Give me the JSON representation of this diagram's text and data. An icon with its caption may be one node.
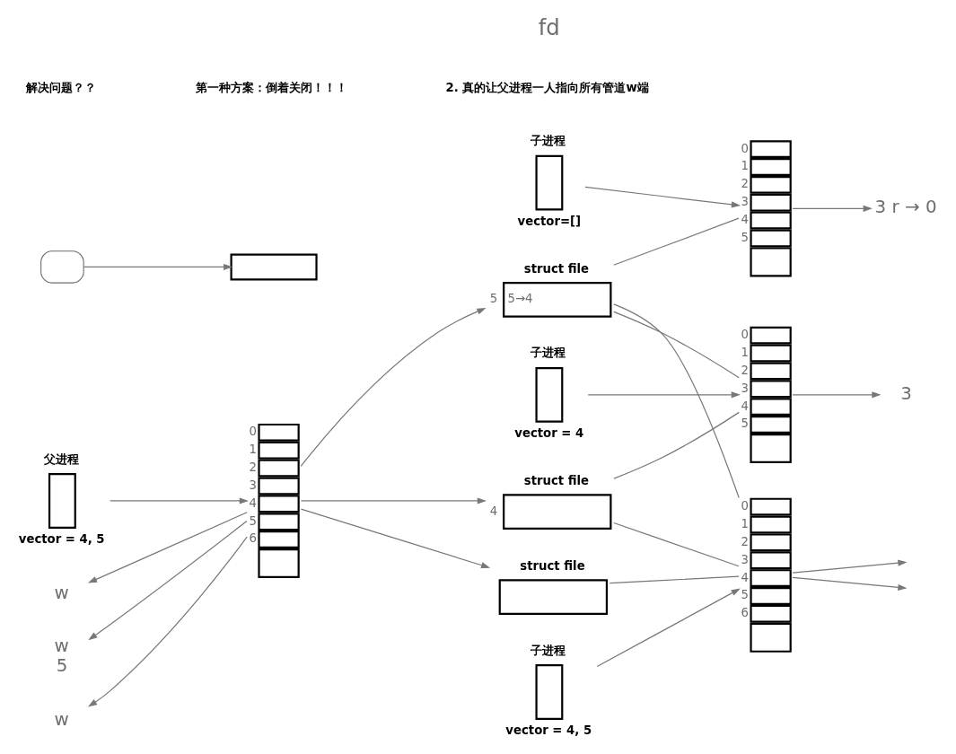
{
  "diagram": {
    "nodes": [
      {
        "text": [
          "父进程"
        ],
        "beside": [
          "vector = 4, 5"
        ]
      },
      {
        "text": [],
        "shape": "box",
        "beside": [
          "0",
          "1",
          "2",
          "3",
          "4",
          "5",
          "6"
        ]
      },
      {
        "text": [
          "struct file",
          "5→4"
        ],
        "beside": [
          "5"
        ]
      },
      {
        "text": [
          "子进程"
        ],
        "beside": [
          "vector=[]"
        ]
      },
      {
        "text": [],
        "shape": "box",
        "beside": [
          "0",
          "1",
          "2",
          "3",
          "4",
          "5"
        ]
      },
      {
        "text": [
          "struct file"
        ],
        "beside": [
          "4"
        ]
      },
      {
        "text": [
          "子进程"
        ],
        "beside": [
          "vector = 4"
        ]
      },
      {
        "text": [],
        "shape": "box",
        "beside": [
          "0",
          "1",
          "2",
          "3",
          "4",
          "5"
        ]
      },
      {
        "text": [
          "struct file"
        ]
      },
      {
        "text": [
          "子进程"
        ],
        "beside": [
          "vector = 4, 5"
        ]
      },
      {
        "text": [],
        "shape": "box",
        "beside": [
          "0",
          "1",
          "2",
          "3",
          "4",
          "5",
          "6"
        ]
      },
      {
        "text": [],
        "shape": "box"
      },
      {
        "text": [],
        "shape": "box"
      },
      {
        "text": [
          "w"
        ]
      },
      {
        "text": [
          "w",
          "5"
        ]
      },
      {
        "text": [
          "w"
        ]
      },
      {
        "text": [
          "3 r → 0"
        ]
      },
      {
        "text": [
          "3"
        ]
      }
    ],
    "edges": [
      {
        "from": 0,
        "to": 1,
        "arrow": "to"
      },
      {
        "from": 1,
        "to": 2,
        "arrow": "to"
      },
      {
        "from": 1,
        "to": 5,
        "arrow": "to"
      },
      {
        "from": 1,
        "to": 8,
        "arrow": "to"
      },
      {
        "from": 1,
        "to": 13,
        "arrow": "to"
      },
      {
        "from": 1,
        "to": 14,
        "arrow": "to"
      },
      {
        "from": 1,
        "to": 15,
        "arrow": "to"
      },
      {
        "from": 3,
        "to": 4,
        "arrow": "to"
      },
      {
        "from": 2,
        "to": 4,
        "arrow": "none"
      },
      {
        "from": 4,
        "to": 16,
        "arrow": "to"
      },
      {
        "from": 6,
        "to": 7,
        "arrow": "to"
      },
      {
        "from": 5,
        "to": 7,
        "arrow": "none"
      },
      {
        "from": 2,
        "to": 7,
        "arrow": "none"
      },
      {
        "from": 7,
        "to": 17,
        "arrow": "to"
      },
      {
        "from": 9,
        "to": 10,
        "arrow": "to"
      },
      {
        "from": 8,
        "to": 10,
        "arrow": "none"
      },
      {
        "from": 2,
        "to": 10,
        "arrow": "none"
      },
      {
        "from": 5,
        "to": 10,
        "arrow": "none"
      },
      {
        "from": 10,
        "to": null,
        "arrow": "to"
      },
      {
        "from": 10,
        "to": null,
        "arrow": "to"
      },
      {
        "from": 11,
        "to": 12,
        "arrow": "to"
      }
    ],
    "labels": [
      "解决问题？？",
      "第一种方案：倒着关闭！！！",
      "2. 真的让父进程一人指向所有管道w端",
      "fd"
    ]
  }
}
